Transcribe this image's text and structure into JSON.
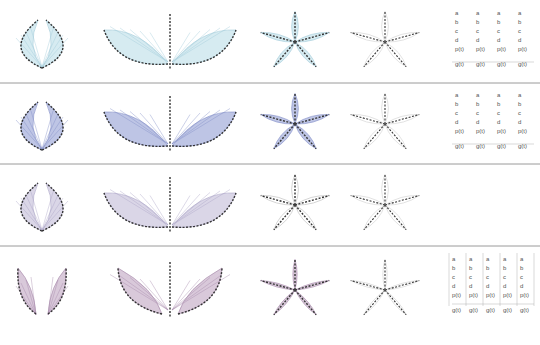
{
  "diagram": {
    "labels": [
      "a",
      "b",
      "c",
      "d",
      "p(t)",
      "g(t)",
      "a",
      "b",
      "c",
      "d",
      "p(t)",
      "g(t)",
      "a",
      "b",
      "c",
      "d",
      "p(t)",
      "g(t)",
      "a",
      "b",
      "c",
      "d",
      "p(t)",
      "g(t)",
      "a",
      "b",
      "c",
      "d",
      "p(t)",
      "g(t)",
      "a",
      "b",
      "c",
      "d",
      "p(t)",
      "g(t)",
      "a",
      "b",
      "c",
      "d",
      "p(t)",
      "g(t)",
      "a",
      "b",
      "c",
      "d",
      "p(t)",
      "g(t)",
      "a",
      "b",
      "c",
      "d",
      "p(t)",
      "g(t)",
      "a",
      "b",
      "c",
      "d",
      "p(t)",
      "g(t)",
      "a",
      "b",
      "c",
      "d",
      "p(t)",
      "g(t)",
      "a",
      "b",
      "c",
      "d",
      "p(t)",
      "g(t)",
      "a",
      "b",
      "c",
      "d",
      "p(t)",
      "g(t)"
    ]
  }
}
